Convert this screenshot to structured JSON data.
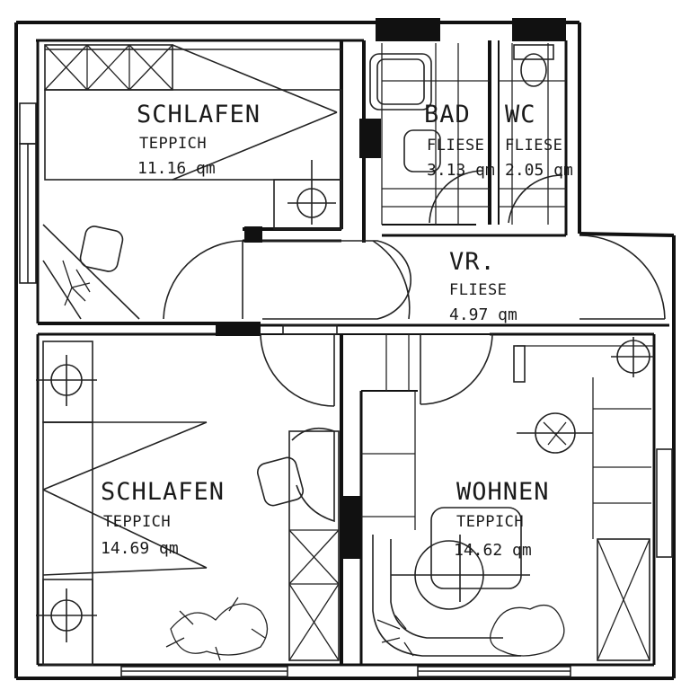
{
  "rooms": {
    "bedroom_top": {
      "name": "SCHLAFEN",
      "floor": "TEPPICH",
      "area": "11.16 qm"
    },
    "bath": {
      "name": "BAD",
      "floor": "FLIESE",
      "area": "3.13 qm"
    },
    "wc": {
      "name": "WC",
      "floor": "FLIESE",
      "area": "2.05 qm"
    },
    "hall": {
      "name": "VR.",
      "floor": "FLIESE",
      "area": "4.97 qm"
    },
    "bedroom_bottom": {
      "name": "SCHLAFEN",
      "floor": "TEPPICH",
      "area": "14.69 qm"
    },
    "living": {
      "name": "WOHNEN",
      "floor": "TEPPICH",
      "area": "14.62 qm"
    }
  },
  "colors": {
    "ink": "#111111",
    "paper": "#ffffff"
  }
}
